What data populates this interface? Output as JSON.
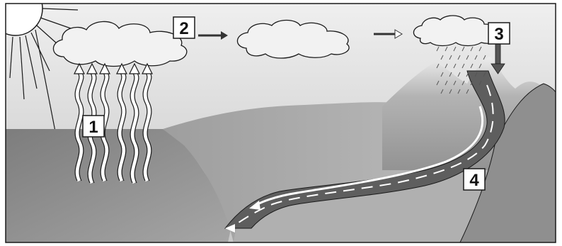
{
  "diagram": {
    "labels": [
      {
        "id": "evaporation",
        "text": "1"
      },
      {
        "id": "condensation",
        "text": "2"
      },
      {
        "id": "precipitation",
        "text": "3"
      },
      {
        "id": "runoff",
        "text": "4"
      }
    ]
  },
  "colors": {
    "sky_top": "#e8e8e8",
    "sky_bottom": "#c9c9c9",
    "sea": "#8a8a8a",
    "land_far": "#a9a9a9",
    "land_near": "#b8b8b8",
    "mountain": "#9a9a9a",
    "river": "#5e5e5e",
    "cloud": "#f2f2f2",
    "outline": "#1a1a1a"
  }
}
